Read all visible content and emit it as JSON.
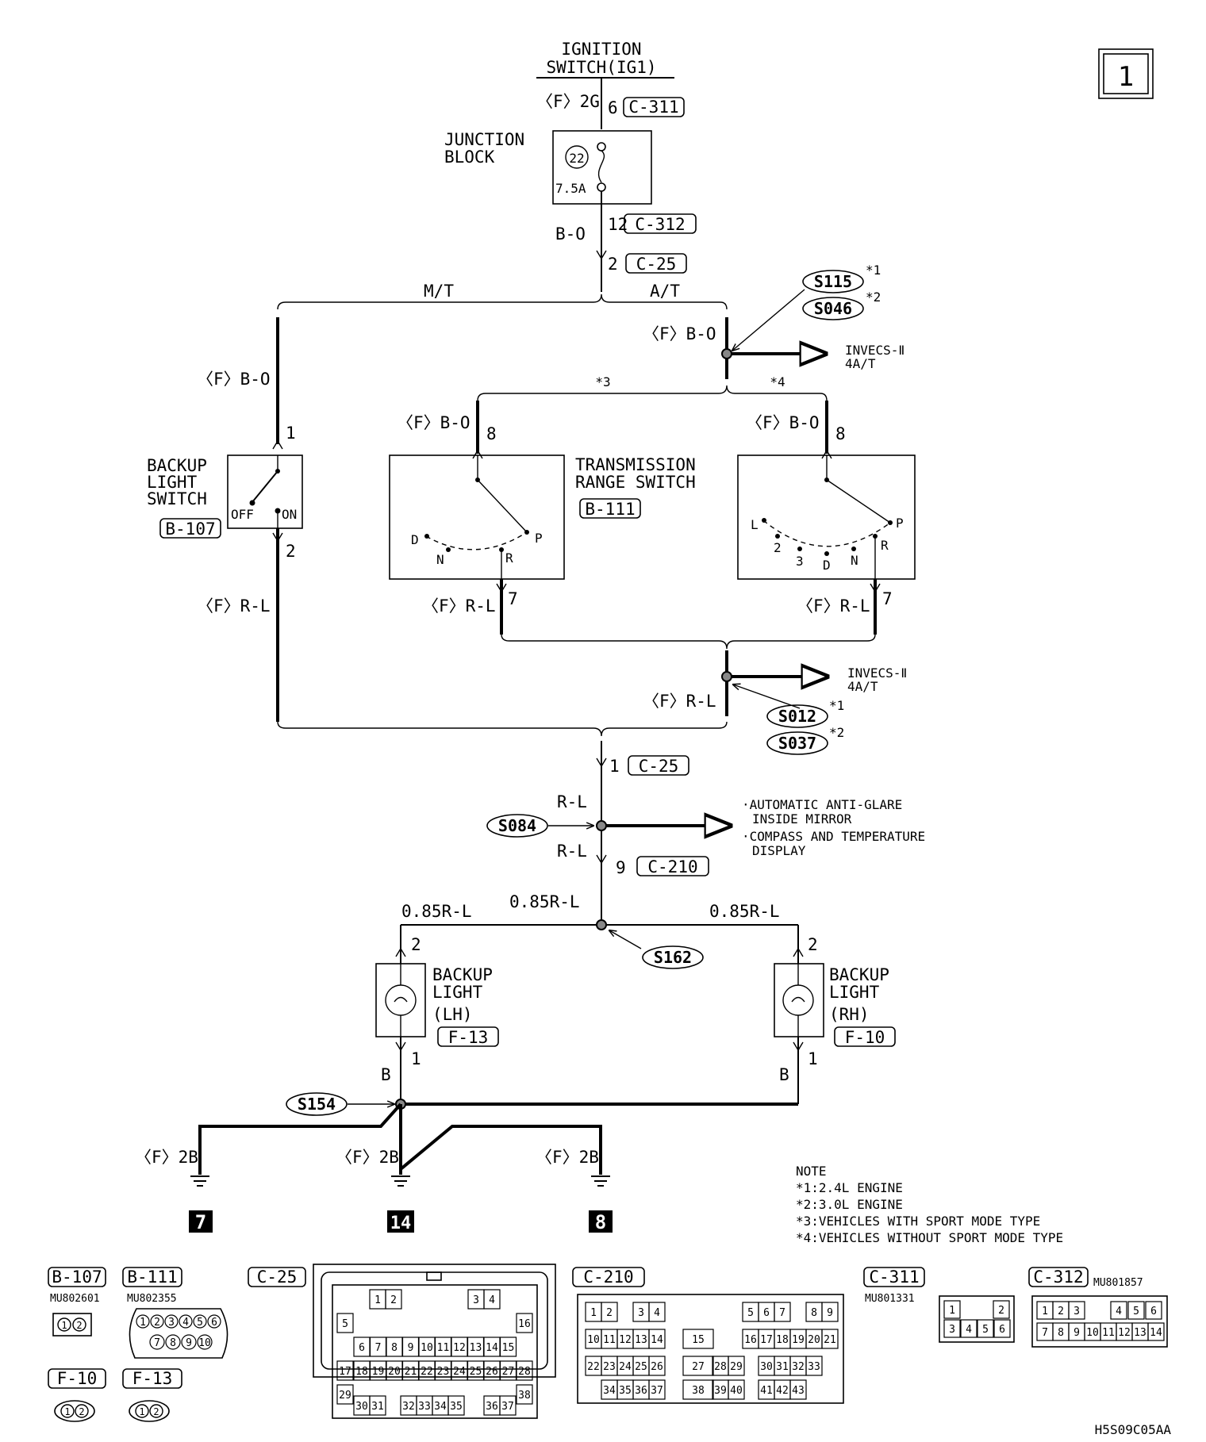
{
  "page_marker": "1",
  "ignition": {
    "line1": "IGNITION",
    "line2": "SWITCH(IG1)"
  },
  "top_wire": {
    "code": "〈F〉2G",
    "pin": "6",
    "connector": "C-311"
  },
  "junction": {
    "line1": "JUNCTION",
    "line2": "BLOCK",
    "fuse_no": "22",
    "fuse_rating": "7.5A"
  },
  "jb_out": {
    "color": "B-O",
    "pin": "12",
    "connector": "C-312"
  },
  "c25_top": {
    "pin": "2",
    "connector": "C-25"
  },
  "branch_mt": "M/T",
  "branch_at": "A/T",
  "splice_s115": "S115",
  "splice_s115_note": "*1",
  "splice_s046": "S046",
  "splice_s046_note": "*2",
  "at_wire": "〈F〉B-O",
  "invecs_top": {
    "line1": "INVECS-Ⅱ",
    "line2": "4A/T"
  },
  "mt_wire": "〈F〉B-O",
  "sport": "*3",
  "nosport": "*4",
  "trs_left_wire": "〈F〉B-O",
  "trs_right_wire": "〈F〉B-O",
  "trs_pin_in_left": "8",
  "trs_pin_in_right": "8",
  "trs": {
    "line1": "TRANSMISSION",
    "line2": "RANGE SWITCH",
    "connector": "B-111"
  },
  "backup_switch": {
    "line1": "BACKUP",
    "line2": "LIGHT",
    "line3": "SWITCH",
    "connector": "B-107",
    "off": "OFF",
    "on": "ON",
    "pin_in": "1",
    "pin_out": "2"
  },
  "trs_left_positions": {
    "d": "D",
    "n": "N",
    "r": "R",
    "p": "P"
  },
  "trs_right_positions": {
    "l": "L",
    "two": "2",
    "three": "3",
    "d": "D",
    "n": "N",
    "r": "R",
    "p": "P"
  },
  "mt_out_wire": "〈F〉R-L",
  "trs_left_out_wire": "〈F〉R-L",
  "trs_right_out_wire": "〈F〉R-L",
  "trs_pin_out_left": "7",
  "trs_pin_out_right": "7",
  "at_merge_wire": "〈F〉R-L",
  "invecs_bottom": {
    "line1": "INVECS-Ⅱ",
    "line2": "4A/T"
  },
  "splice_s012": "S012",
  "splice_s012_note": "*1",
  "splice_s037": "S037",
  "splice_s037_note": "*2",
  "c25_bottom": {
    "pin": "1",
    "connector": "C-25"
  },
  "rl_upper": "R-L",
  "rl_lower": "R-L",
  "splice_s084": "S084",
  "mirror": {
    "line1": "·AUTOMATIC ANTI-GLARE",
    "line2": "INSIDE MIRROR",
    "line3": "·COMPASS AND TEMPERATURE",
    "line4": "DISPLAY"
  },
  "c210": {
    "pin": "9",
    "connector": "C-210"
  },
  "w085_center": "0.85R-L",
  "w085_left": "0.85R-L",
  "w085_right": "0.85R-L",
  "splice_s162": "S162",
  "lamp_lh": {
    "line1": "BACKUP",
    "line2": "LIGHT",
    "line3": "(LH)",
    "connector": "F-13",
    "pin_in": "2",
    "pin_out": "1",
    "ground_wire": "B"
  },
  "lamp_rh": {
    "line1": "BACKUP",
    "line2": "LIGHT",
    "line3": "(RH)",
    "connector": "F-10",
    "pin_in": "2",
    "pin_out": "1",
    "ground_wire": "B"
  },
  "splice_s154": "S154",
  "grounds": [
    {
      "wire": "〈F〉2B",
      "number": "7"
    },
    {
      "wire": "〈F〉2B",
      "number": "14"
    },
    {
      "wire": "〈F〉2B",
      "number": "8"
    }
  ],
  "note": {
    "title": "NOTE",
    "n1": "*1:2.4L ENGINE",
    "n2": "*2:3.0L ENGINE",
    "n3": "*3:VEHICLES WITH SPORT MODE TYPE",
    "n4": "*4:VEHICLES WITHOUT SPORT MODE TYPE"
  },
  "connectors": {
    "b107": {
      "name": "B-107",
      "part": "MU802601",
      "pins": [
        "1",
        "2"
      ]
    },
    "b111": {
      "name": "B-111",
      "part": "MU802355",
      "pins": [
        "1",
        "2",
        "3",
        "4",
        "5",
        "6",
        "7",
        "8",
        "9",
        "10"
      ]
    },
    "f10": {
      "name": "F-10",
      "pins": [
        "1",
        "2"
      ]
    },
    "f13": {
      "name": "F-13",
      "pins": [
        "1",
        "2"
      ]
    },
    "c25": {
      "name": "C-25",
      "pins_row1": [
        "1",
        "2",
        "3",
        "4"
      ],
      "pins_row2": [
        "5",
        "16"
      ],
      "pins_row3": [
        "6",
        "7",
        "8",
        "9",
        "10",
        "11",
        "12",
        "13",
        "14",
        "15"
      ],
      "pins_row4": [
        "17",
        "28"
      ],
      "pins_row5": [
        "18",
        "19",
        "20",
        "21",
        "22",
        "23",
        "24",
        "25",
        "26",
        "27"
      ],
      "pins_row6": [
        "29",
        "38"
      ],
      "pins_row7": [
        "30",
        "31",
        "32",
        "33",
        "34",
        "35",
        "36",
        "37"
      ]
    },
    "c210": {
      "name": "C-210",
      "r1": [
        "1",
        "2",
        "3",
        "4",
        "5",
        "6",
        "7",
        "8",
        "9"
      ],
      "r2": [
        "10",
        "11",
        "12",
        "13",
        "14",
        "15",
        "16",
        "17",
        "18",
        "19",
        "20",
        "21"
      ],
      "r3": [
        "22",
        "23",
        "24",
        "25",
        "26",
        "27",
        "28",
        "29",
        "30",
        "31",
        "32",
        "33"
      ],
      "r4": [
        "34",
        "35",
        "36",
        "37",
        "38",
        "39",
        "40",
        "41",
        "42",
        "43"
      ]
    },
    "c311": {
      "name": "C-311",
      "part": "MU801331",
      "pins": [
        "1",
        "2",
        "3",
        "4",
        "5",
        "6"
      ]
    },
    "c312": {
      "name": "C-312",
      "part": "MU801857",
      "r1": [
        "1",
        "2",
        "3",
        "4",
        "5",
        "6"
      ],
      "r2": [
        "7",
        "8",
        "9",
        "10",
        "11",
        "12",
        "13",
        "14"
      ]
    }
  },
  "drawing_code": "H5S09C05AA"
}
